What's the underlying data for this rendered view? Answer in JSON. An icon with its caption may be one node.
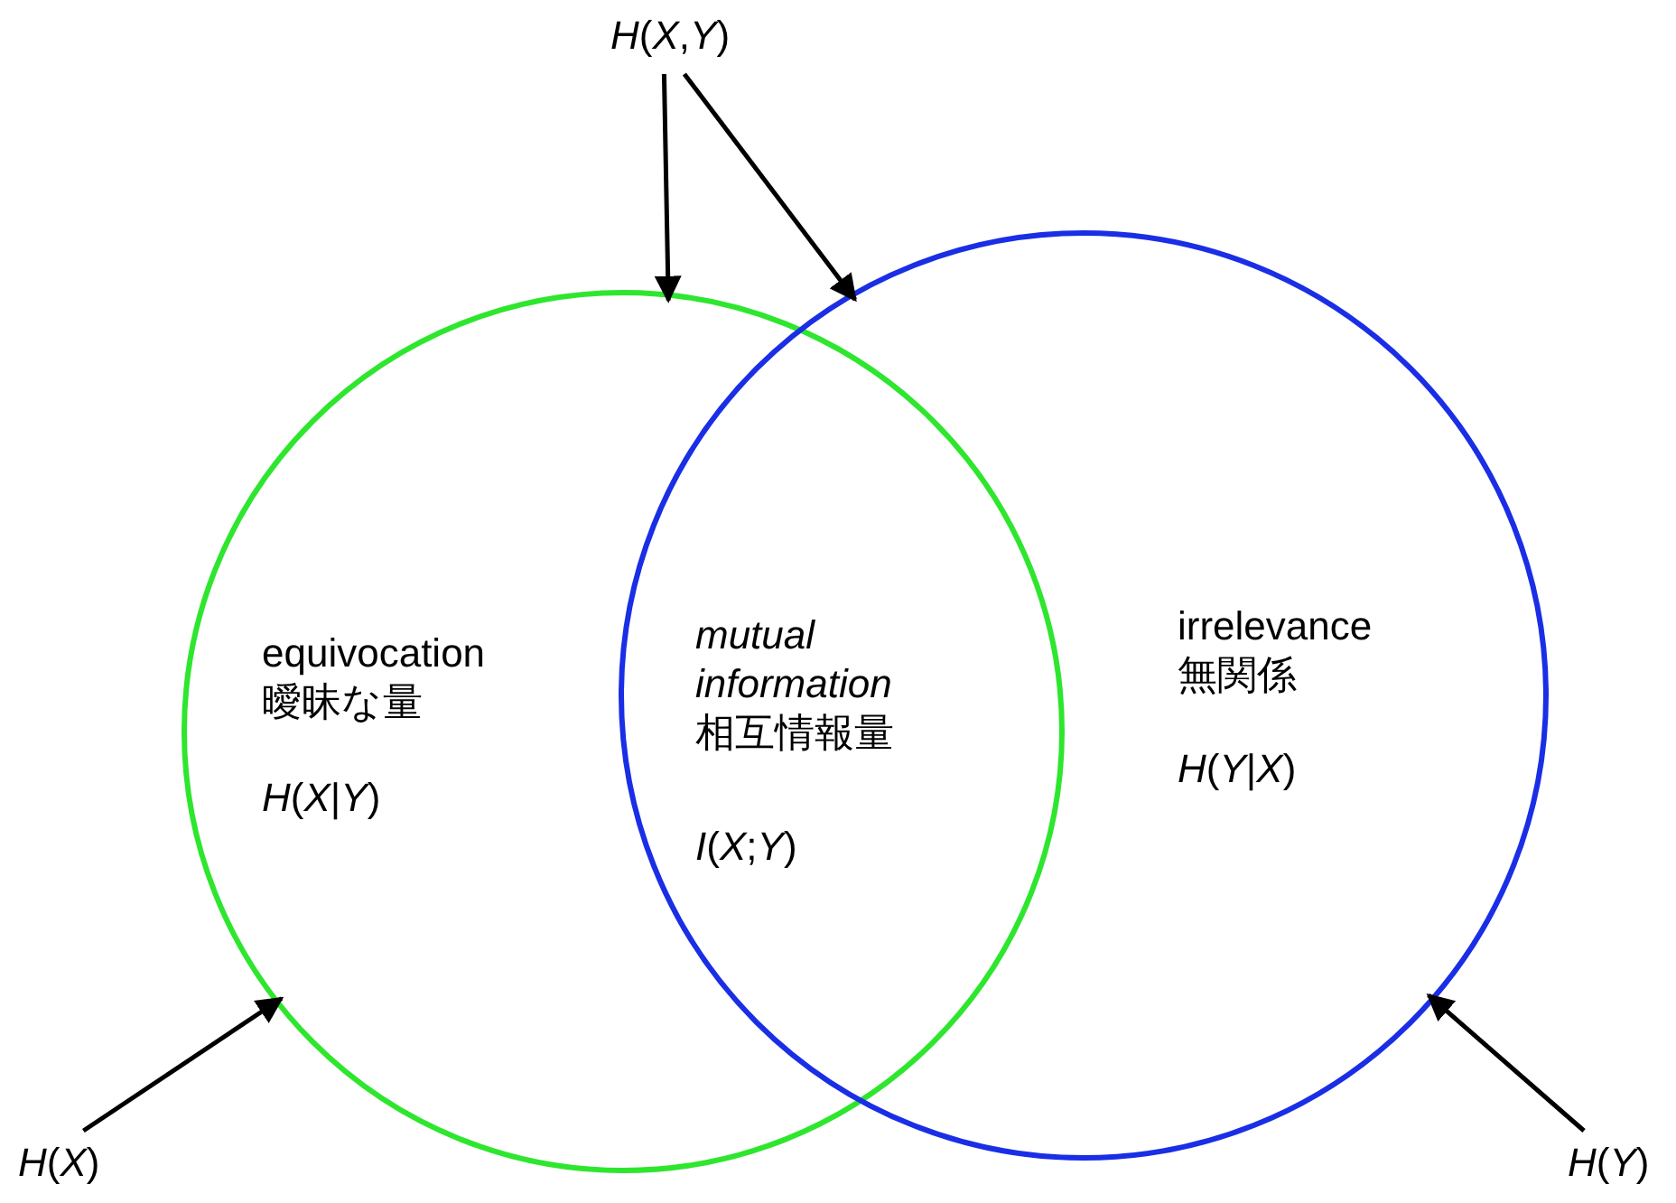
{
  "diagram": {
    "nodes": [
      {
        "text": [],
        "shape": "circle"
      },
      {
        "text": [],
        "shape": "circle"
      },
      {
        "text": [
          "*H*(*X*,*Y*)"
        ]
      },
      {
        "text": [
          "*H*(*X*)"
        ]
      },
      {
        "text": [
          "*H*(*Y*)"
        ]
      }
    ],
    "edges": [
      {
        "from": 2,
        "to": 0,
        "arrow": "to"
      },
      {
        "from": 2,
        "to": 1,
        "arrow": "to"
      },
      {
        "from": 3,
        "to": 0,
        "arrow": "to"
      },
      {
        "from": 4,
        "to": 1,
        "arrow": "to"
      }
    ],
    "labels": [
      "equivocation 曖昧な量",
      "*H*(*X*|*Y*)",
      "*mutual information* 相互情報量",
      "*I*(*X*;*Y*)",
      "irrelevance 無関係",
      "*H*(*Y*|*X*)"
    ]
  }
}
